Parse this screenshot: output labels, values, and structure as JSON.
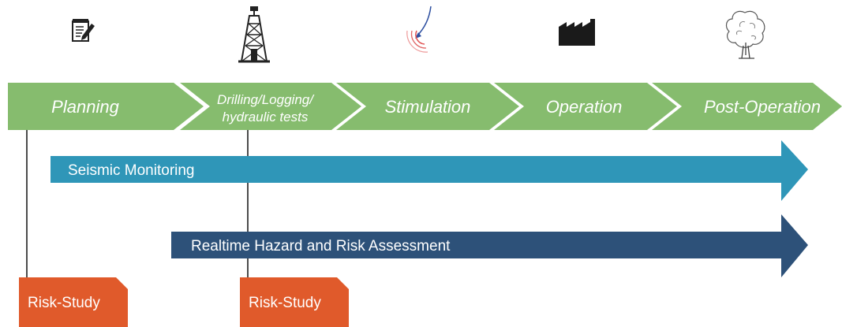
{
  "phases": [
    {
      "label": "Planning",
      "icon": "notepad-icon"
    },
    {
      "label_line1": "Drilling/Logging/",
      "label_line2": "hydraulic tests",
      "icon": "drilling-rig-icon"
    },
    {
      "label": "Stimulation",
      "icon": "seismic-wave-icon"
    },
    {
      "label": "Operation",
      "icon": "factory-icon"
    },
    {
      "label": "Post-Operation",
      "icon": "tree-icon"
    }
  ],
  "bars": {
    "seismic_monitoring": "Seismic Monitoring",
    "realtime_hazard": "Realtime Hazard and Risk Assessment"
  },
  "risk_studies": [
    "Risk-Study",
    "Risk-Study"
  ],
  "colors": {
    "phase_green": "#86bc6e",
    "seismic_blue": "#2f96b8",
    "hazard_navy": "#2d5179",
    "risk_orange": "#e05a2b"
  }
}
